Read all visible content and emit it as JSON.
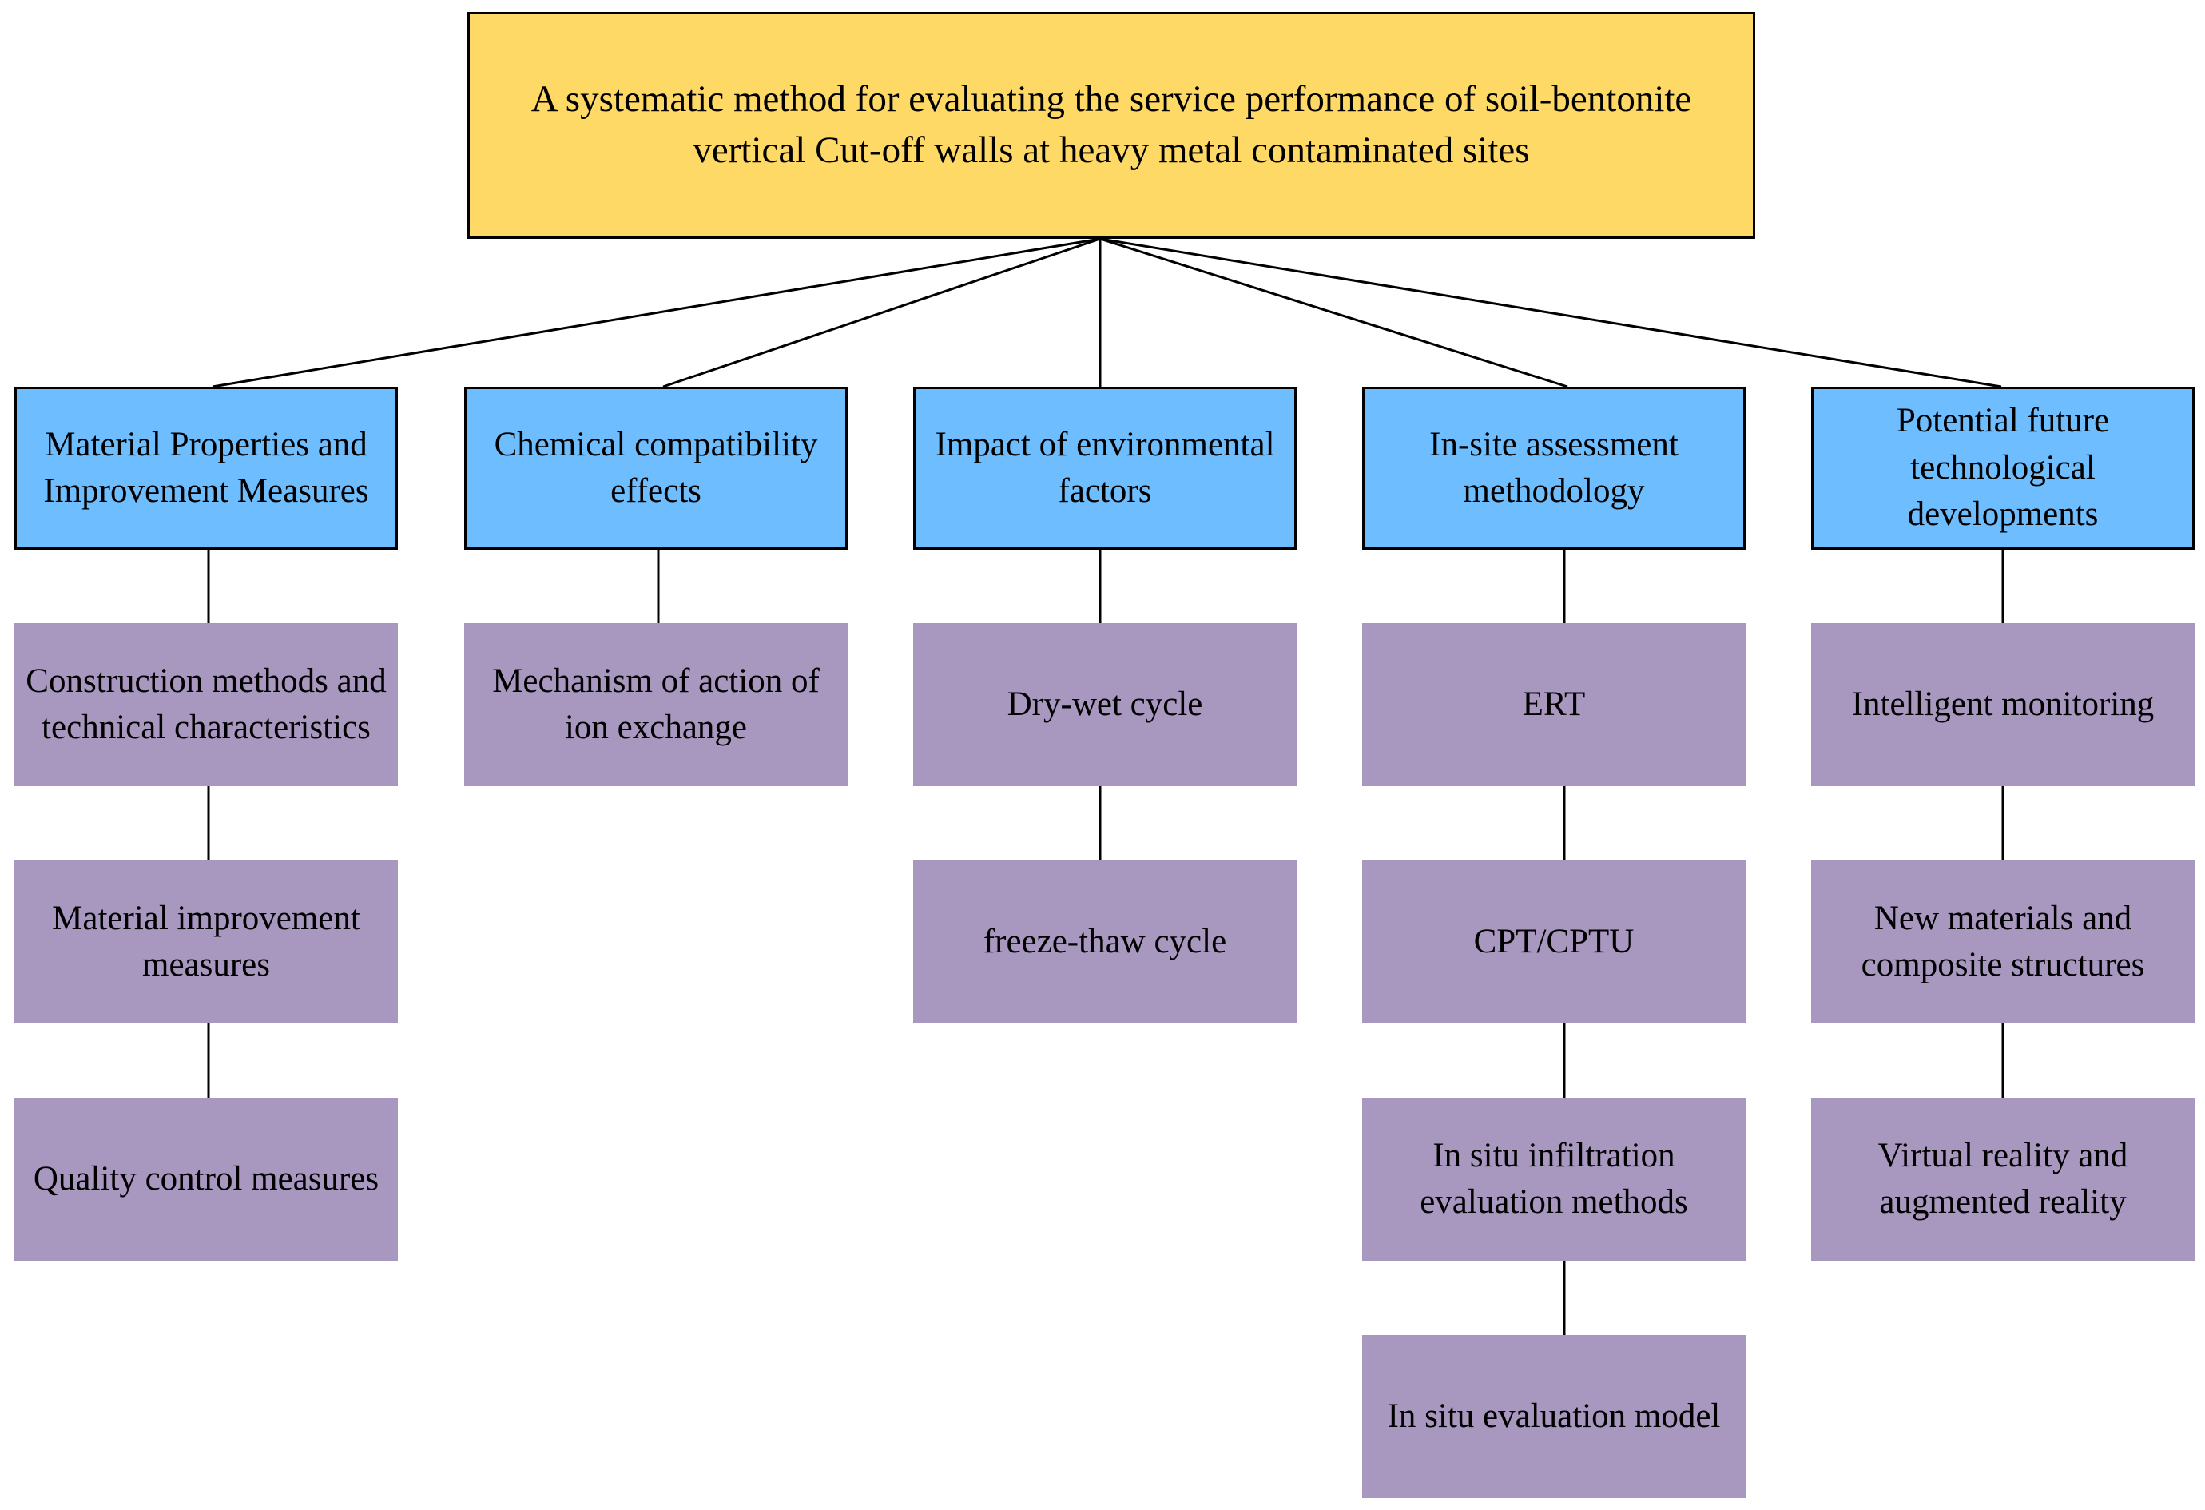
{
  "root": {
    "label": "A systematic method for evaluating the service performance of soil-bentonite vertical Cut-off walls at heavy metal contaminated sites"
  },
  "categories": [
    {
      "label": "Material Properties and Improvement Measures",
      "children": [
        "Construction methods and technical characteristics",
        "Material improvement measures",
        "Quality control measures"
      ]
    },
    {
      "label": "Chemical compatibility effects",
      "children": [
        "Mechanism of action of ion exchange"
      ]
    },
    {
      "label": "Impact of environmental factors",
      "children": [
        "Dry-wet cycle",
        "freeze-thaw cycle"
      ]
    },
    {
      "label": "In-site assessment methodology",
      "children": [
        "ERT",
        "CPT/CPTU",
        "In situ infiltration evaluation methods",
        "In situ evaluation model"
      ]
    },
    {
      "label": "Potential future technological developments",
      "children": [
        "Intelligent monitoring",
        "New materials and composite structures",
        "Virtual reality and augmented reality"
      ]
    }
  ],
  "colors": {
    "root_fill": "#ffd966",
    "category_fill": "#6ebeff",
    "leaf_fill": "#a898c0",
    "edge": "#000000"
  }
}
